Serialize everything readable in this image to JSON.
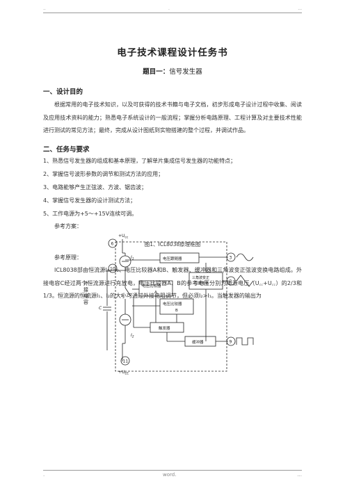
{
  "header": {
    "left": "..",
    "center": ".",
    "right": "..."
  },
  "title": "电子技术课程设计任务书",
  "subtitle": {
    "label": "题目一：",
    "text": "信号发生器"
  },
  "section1": {
    "heading": "一、设计目的",
    "paragraph": "根据常用的电子技术知识，以及可获得的技术书籍与电子文档，初步形成电子设计过程中收集、阅读及应用技术资料的能力；熟悉电子系统设计的一般流程；掌握分析电路原理、工程计算及对主要技术性能进行测试的常见方法；最终，完成从设计图纸到实物搭建的整个过程，并调试作品。"
  },
  "section2": {
    "heading": "二、任务与要求",
    "items": [
      "1、熟悉信号发生器的组成和基本原理，了解单片集成信号发生器的功能特点；",
      "2、掌握信号波形参数的调节和测试方法的应用；",
      "3、电路能够产生正弦波、方波、锯齿波；",
      "4、掌握信号发生器的设计测试方法；",
      "5、工作电源为+5～+15V连续可调。"
    ],
    "reference_label": "参考方案："
  },
  "diagram": {
    "labels": {
      "vcc": "+U",
      "vcc_sub": "cc",
      "vee": "+U",
      "vee_sub": "EE",
      "pin6": "6",
      "pin10": "10",
      "pin11": "11",
      "pin3": "3",
      "pin2": "2",
      "pin9": "9",
      "i1": "I",
      "i1_sub": "1",
      "i2": "I",
      "i2_sub": "2",
      "s": "S",
      "c": "C",
      "ext_cap": "外接电容",
      "block_flipflop": "电压跟随器",
      "block_tri_sine_1": "三角波变正",
      "block_tri_sine_2": "弦波电路",
      "block_comp_a_1": "电压比较器",
      "block_comp_a_2": "A",
      "block_comp_b_1": "电压比较器",
      "block_comp_b_2": "B",
      "block_trigger": "触发器",
      "block_buffer": "缓冲器"
    },
    "caption": "图1、ICL8038原理框图"
  },
  "principle": {
    "label": "参考原理：",
    "paragraph": "ICL8038部由恒流源I₁、I₂、电压比较器A和B、触发器、缓冲器和三角波变正弦波变换电路组成。外接电容C经过两个恒流源进行充放电，电压比较器A、B的参考电压分别为电源电压（U꜀꜀+U꜀꜀）的2/3和1/3。恒流源的恒流源I₁、I₂的大小可通过外接电阻调节，但必须I₂>I₁。当触发器的输出为"
  },
  "footer": {
    "left": ".",
    "center": "word.",
    "right": "..."
  }
}
